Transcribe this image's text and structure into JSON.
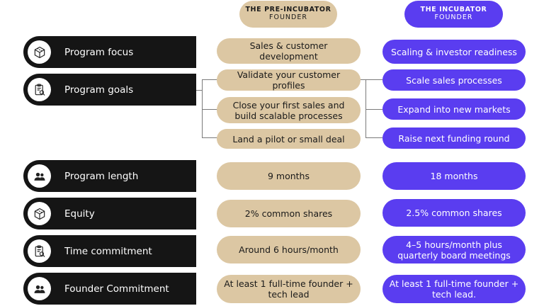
{
  "headers": {
    "pre": {
      "line1": "THE PRE-INCUBATOR",
      "line2": "FOUNDER"
    },
    "inc": {
      "line1": "THE INCUBATOR",
      "line2": "FOUNDER"
    }
  },
  "rows": [
    {
      "label": "Program focus",
      "icon": "box-icon",
      "pre": [
        "Sales & customer development"
      ],
      "inc": [
        "Scaling & investor readiness"
      ]
    },
    {
      "label": "Program goals",
      "icon": "clipboard-search-icon",
      "pre": [
        "Validate your customer profiles",
        "Close your first sales and build scalable processes",
        "Land a pilot or small deal"
      ],
      "inc": [
        "Scale sales processes",
        "Expand into new markets",
        "Raise next funding round"
      ]
    },
    {
      "label": "Program length",
      "icon": "people-icon",
      "pre": [
        "9 months"
      ],
      "inc": [
        "18 months"
      ]
    },
    {
      "label": "Equity",
      "icon": "box-icon",
      "pre": [
        "2% common shares"
      ],
      "inc": [
        "2.5% common shares"
      ]
    },
    {
      "label": "Time commitment",
      "icon": "clipboard-search-icon",
      "pre": [
        "Around 6 hours/month"
      ],
      "inc": [
        "4–5 hours/month plus quarterly board meetings"
      ]
    },
    {
      "label": "Founder Commitment",
      "icon": "people-icon",
      "pre": [
        "At least 1 full-time founder + tech lead"
      ],
      "inc": [
        "At least 1 full-time founder + tech lead."
      ]
    }
  ],
  "colors": {
    "pre": "#dcc7a3",
    "inc": "#5a3df0",
    "label_bg": "#151515"
  }
}
